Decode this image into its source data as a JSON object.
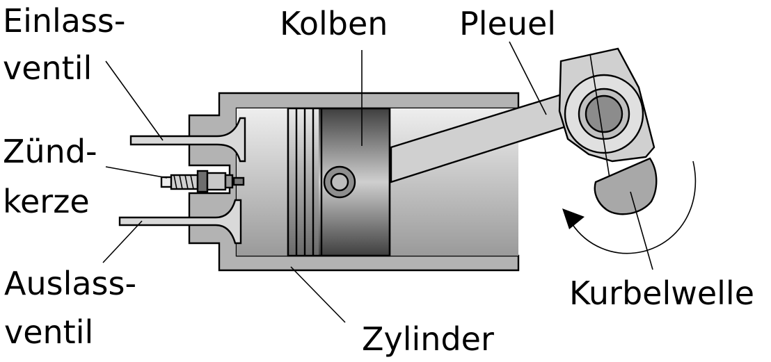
{
  "labels": {
    "einlass_line1": "Einlass-",
    "einlass_line2": "ventil",
    "kolben": "Kolben",
    "pleuel": "Pleuel",
    "zuend_line1": "Zünd-",
    "zuend_line2": "kerze",
    "auslass_line1": "Auslass-",
    "auslass_line2": "ventil",
    "kurbelwelle": "Kurbelwelle",
    "zylinder": "Zylinder"
  },
  "colors": {
    "housing": "#b3b3b3",
    "chamber": "#e6e6e6",
    "piston_dark": "#4a4a4a",
    "piston_light": "#bdbdbd",
    "rod": "#cfcfcf",
    "valve": "#d0d0d0",
    "crank_journal": "#8c8c8c",
    "counterweight": "#a6a6a6"
  }
}
